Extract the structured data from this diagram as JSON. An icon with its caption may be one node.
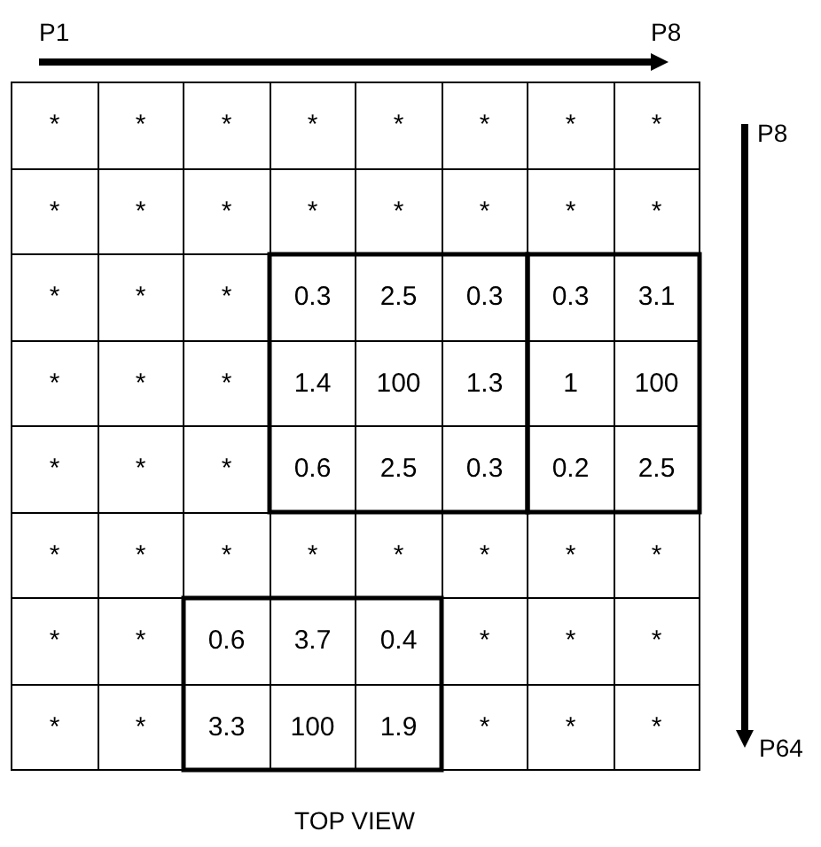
{
  "diagram": {
    "caption": "TOP VIEW",
    "labels": [
      "P1",
      "P8",
      "P8",
      "*",
      "*",
      "*",
      "*",
      "*",
      "*",
      "*",
      "*",
      "*",
      "*",
      "*",
      "*",
      "*",
      "*",
      "*",
      "*",
      "*",
      "*",
      "*",
      "0.3",
      "2.5",
      "0.3",
      "0.3",
      "3.1",
      "*",
      "*",
      "*",
      "1.4",
      "100",
      "1.3",
      "1",
      "100",
      "*",
      "*",
      "*",
      "0.6",
      "2.5",
      "0.3",
      "0.2",
      "2.5",
      "*",
      "*",
      "*",
      "*",
      "*",
      "*",
      "*",
      "*",
      "*",
      "*",
      "0.6",
      "3.7",
      "0.4",
      "*",
      "*",
      "*",
      "*",
      "*",
      "3.3",
      "100",
      "1.9",
      "*",
      "*",
      "*",
      "P64"
    ]
  }
}
